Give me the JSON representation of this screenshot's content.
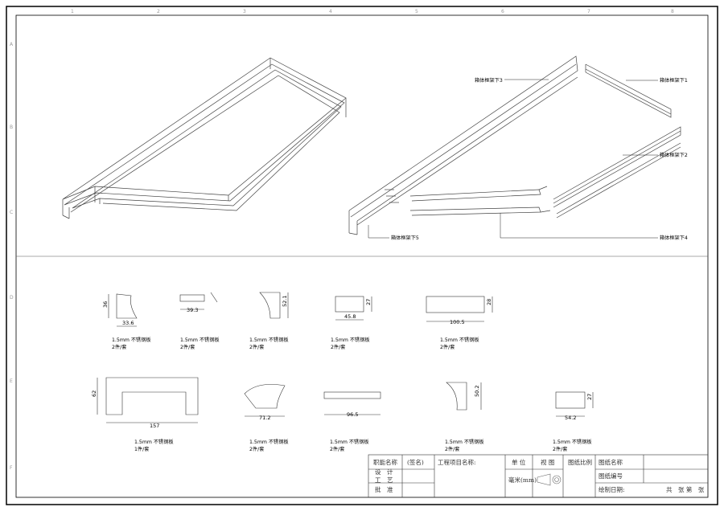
{
  "grid": {
    "cols": [
      "1",
      "2",
      "3",
      "4",
      "5",
      "6",
      "7",
      "8"
    ],
    "rows": [
      "A",
      "B",
      "C",
      "D",
      "E",
      "F"
    ]
  },
  "callouts": {
    "c1": "箱体框架下1",
    "c2": "箱体框架下2",
    "c3": "箱体框架下3",
    "c4": "箱体框架下4",
    "c5": "箱体框架下5"
  },
  "parts": [
    {
      "dims": [
        "36",
        "33.6"
      ],
      "material": "1.5mm 不锈钢板",
      "qty": "2件/套"
    },
    {
      "dims": [
        "39.3"
      ],
      "material": "1.5mm 不锈钢板",
      "qty": "2件/套"
    },
    {
      "dims": [
        "52.1"
      ],
      "material": "1.5mm 不锈钢板",
      "qty": "2件/套"
    },
    {
      "dims": [
        "27",
        "45.8"
      ],
      "material": "1.5mm 不锈钢板",
      "qty": "2件/套"
    },
    {
      "dims": [
        "28",
        "100.5"
      ],
      "material": "1.5mm 不锈钢板",
      "qty": "2件/套"
    },
    {
      "dims": [
        "62",
        "157"
      ],
      "material": "1.5mm 不锈钢板",
      "qty": "1件/套"
    },
    {
      "dims": [
        "71.2"
      ],
      "material": "1.5mm 不锈钢板",
      "qty": "2件/套"
    },
    {
      "dims": [
        "96.5"
      ],
      "material": "1.5mm 不锈钢板",
      "qty": "2件/套"
    },
    {
      "dims": [
        "50.2"
      ],
      "material": "1.5mm 不锈钢板",
      "qty": "2件/套"
    },
    {
      "dims": [
        "27",
        "54.2"
      ],
      "material": "1.5mm 不锈钢板",
      "qty": "2件/套"
    }
  ],
  "title_block": {
    "duty": "职能名称",
    "sign": "(签名)",
    "design": "设　计",
    "craft": "工　艺",
    "approve": "批　准",
    "project": "工程项目名称:",
    "unit": "单 位",
    "unit_value": "毫米(mm)",
    "view": "视 图",
    "scale": "图纸比例",
    "drawing_name": "图纸名称",
    "drawing_no": "图纸编号",
    "draw_date": "绘制日期:",
    "sheets": "共　张 第　张"
  }
}
